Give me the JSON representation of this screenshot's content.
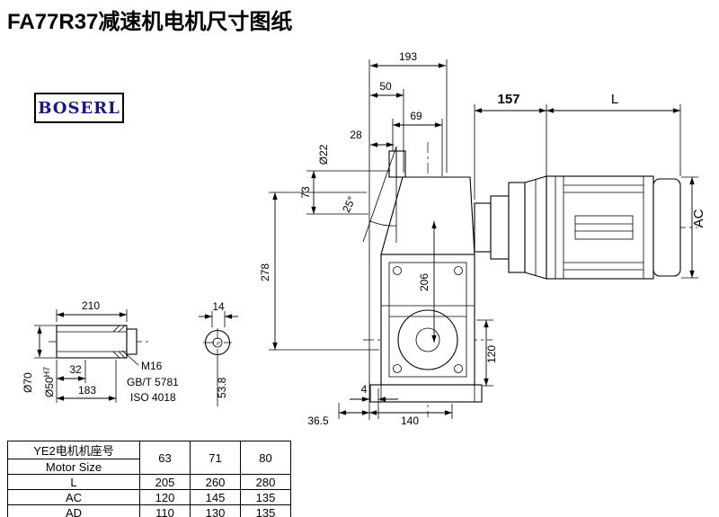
{
  "title": "FA77R37减速机电机尺寸图纸",
  "brand": "BOSERL",
  "drawing": {
    "dims": {
      "len_193": "193",
      "len_50": "50",
      "len_69": "69",
      "len_28": "28",
      "dia_22": "Ø22",
      "len_73": "73",
      "angle_25": "25°",
      "len_278": "278",
      "len_206": "206",
      "len_157": "157",
      "len_L": "L",
      "len_AC": "AC",
      "len_120": "120",
      "len_4": "4",
      "len_36_5": "36.5",
      "len_140": "140",
      "len_210": "210",
      "len_14": "14",
      "dia_70": "Ø70",
      "dia_50": "Ø50",
      "dia_50_tol": "H7",
      "len_32": "32",
      "len_183": "183",
      "thread": "M16",
      "std_gb": "GB/T 5781",
      "std_iso": "ISO 4018",
      "len_53_8": "53.8"
    }
  },
  "table": {
    "header_cn": "YE2电机机座号",
    "header_en": "Motor Size",
    "sizes": [
      "63",
      "71",
      "80"
    ],
    "rows": [
      {
        "label": "L",
        "values": [
          "205",
          "260",
          "280"
        ]
      },
      {
        "label": "AC",
        "values": [
          "120",
          "145",
          "135"
        ]
      },
      {
        "label": "AD",
        "values": [
          "110",
          "130",
          "135"
        ]
      }
    ]
  }
}
